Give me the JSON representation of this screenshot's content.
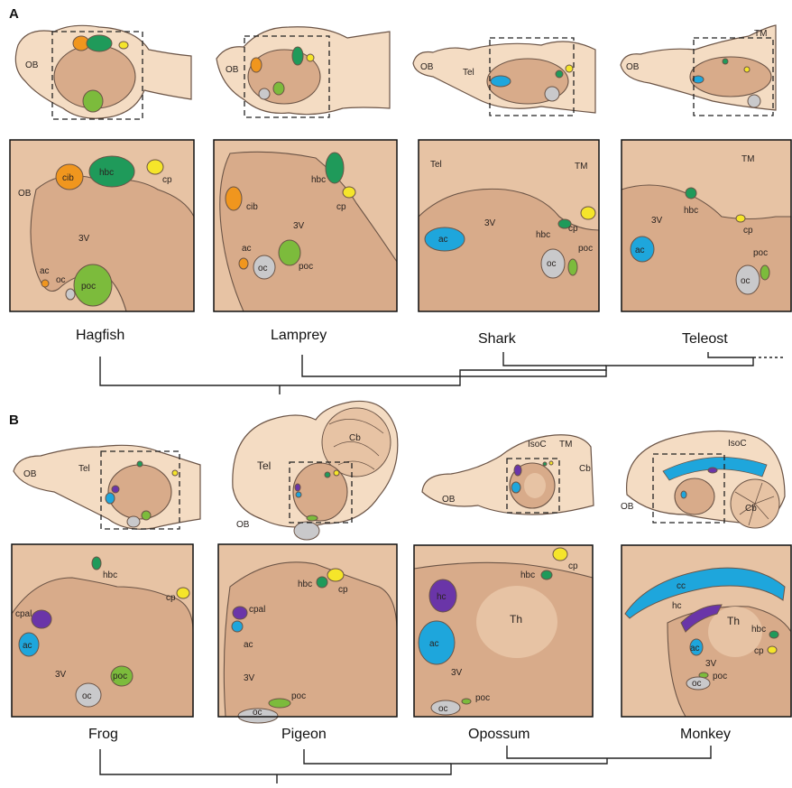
{
  "panels": [
    {
      "letter": "A",
      "species": [
        {
          "name": "Hagfish",
          "thumb_labels": [
            "OB"
          ],
          "detail_labels": [
            "OB",
            "cib",
            "hbc",
            "cp",
            "3V",
            "ac",
            "oc",
            "poc"
          ]
        },
        {
          "name": "Lamprey",
          "thumb_labels": [
            "OB"
          ],
          "detail_labels": [
            "cib",
            "hbc",
            "cp",
            "3V",
            "ac",
            "oc",
            "poc"
          ]
        },
        {
          "name": "Shark",
          "thumb_labels": [
            "OB",
            "Tel"
          ],
          "detail_labels": [
            "Tel",
            "TM",
            "3V",
            "hbc",
            "cp",
            "ac",
            "oc",
            "poc"
          ]
        },
        {
          "name": "Teleost",
          "thumb_labels": [
            "OB",
            "TM"
          ],
          "detail_labels": [
            "TM",
            "3V",
            "hbc",
            "cp",
            "ac",
            "poc",
            "oc"
          ]
        }
      ]
    },
    {
      "letter": "B",
      "species": [
        {
          "name": "Frog",
          "thumb_labels": [
            "OB",
            "Tel"
          ],
          "detail_labels": [
            "hbc",
            "cp",
            "cpal",
            "ac",
            "3V",
            "poc",
            "oc"
          ]
        },
        {
          "name": "Pigeon",
          "thumb_labels": [
            "Tel",
            "Cb",
            "OB"
          ],
          "detail_labels": [
            "hbc",
            "cp",
            "cpal",
            "ac",
            "3V",
            "poc",
            "oc"
          ]
        },
        {
          "name": "Opossum",
          "thumb_labels": [
            "OB",
            "IsoC",
            "TM",
            "Cb"
          ],
          "detail_labels": [
            "hbc",
            "cp",
            "hc",
            "Th",
            "ac",
            "3V",
            "poc",
            "oc"
          ]
        },
        {
          "name": "Monkey",
          "thumb_labels": [
            "OB",
            "IsoC",
            "Cb"
          ],
          "detail_labels": [
            "cc",
            "hc",
            "hbc",
            "Th",
            "cp",
            "ac",
            "3V",
            "poc",
            "oc"
          ]
        }
      ]
    }
  ],
  "colors": {
    "tissue": "#f4dcc3",
    "tissue_dark": "#d8ab8a",
    "cib": "#f0961e",
    "hbc": "#1f9a5a",
    "cp": "#f5e52a",
    "poc": "#7cbb3c",
    "oc": "#c9c9cb",
    "ac": "#1ea6dc",
    "cpal": "#6a35a8",
    "hc": "#6a35a8",
    "cc": "#1ea6dc"
  }
}
